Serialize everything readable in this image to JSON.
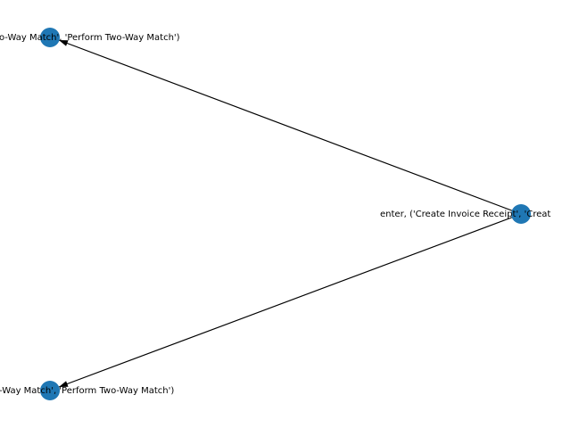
{
  "graph": {
    "node_color": "#1f77b4",
    "edge_color": "#000000",
    "nodes": [
      {
        "id": "top",
        "label": "o-Way Match', 'Perform Two-Way Match')"
      },
      {
        "id": "right",
        "label": "enter, ('Create Invoice Receipt', 'Creat"
      },
      {
        "id": "bottom",
        "label": "-Way Match', 'Perform Two-Way Match')"
      }
    ],
    "edges": [
      {
        "source": "right",
        "target": "top",
        "directed": true
      },
      {
        "source": "right",
        "target": "bottom",
        "directed": true
      }
    ]
  }
}
